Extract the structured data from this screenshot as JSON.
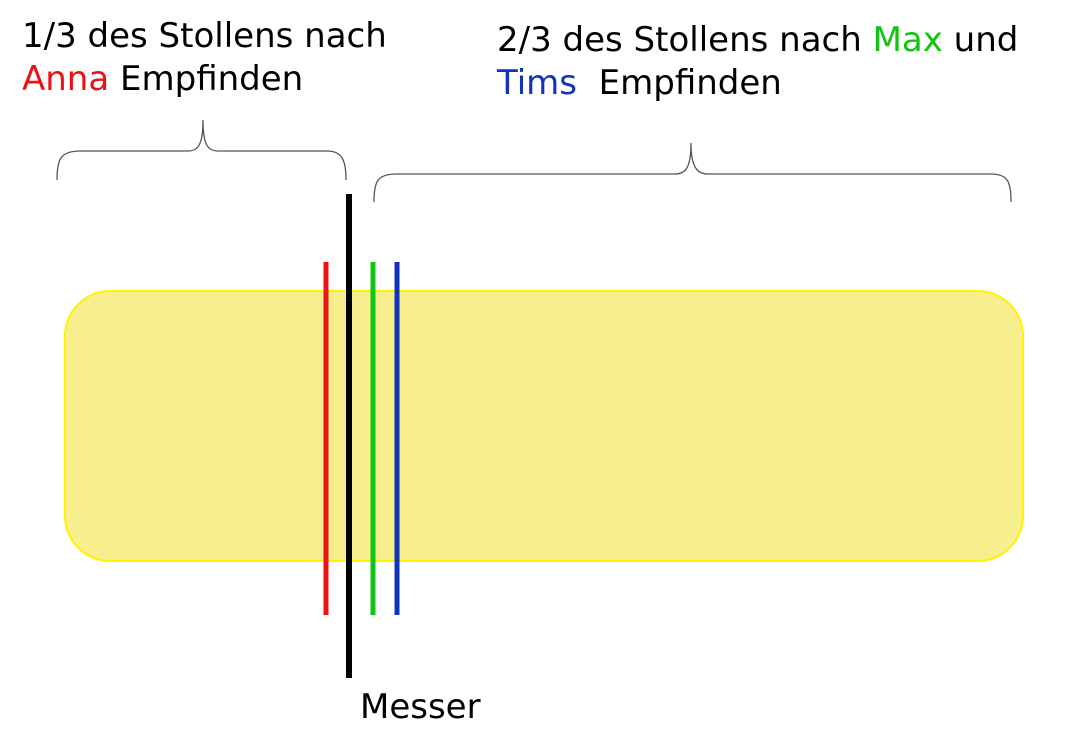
{
  "left_caption": {
    "line1": "1/3 des Stollens nach",
    "name": "Anna",
    "line2_rest": " Empfinden"
  },
  "right_caption": {
    "line1_pre": "2/3 des Stollens nach ",
    "name1": "Max",
    "line1_post": " und",
    "name2": "Tims",
    "line2_rest": "  Empfinden"
  },
  "knife_label": "Messer",
  "colors": {
    "stollen_fill": "#F7EF8D",
    "stollen_stroke": "#FFF200",
    "anna": "#EE1111",
    "max": "#11C411",
    "tims": "#1133BB",
    "knife": "#000000",
    "brace": "#555555"
  }
}
